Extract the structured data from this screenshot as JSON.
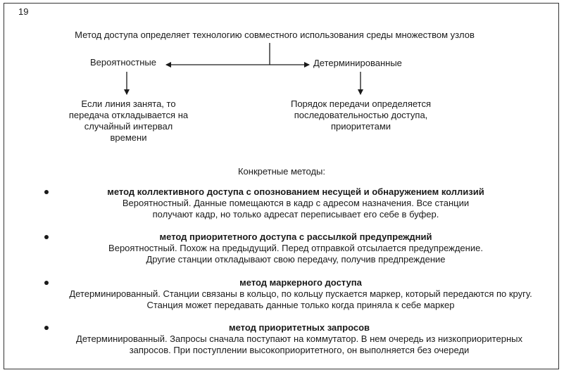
{
  "slide_number": "19",
  "top_text": "Метод доступа определяет технологию совместного использования среды множеством узлов",
  "branches": {
    "probabilistic": {
      "label": "Вероятностные",
      "description": "Если линия занята, то передача откладывается на случайный интервал времени"
    },
    "deterministic": {
      "label": "Детерминированные",
      "description": "Порядок передачи определяется последовательностью доступа, приоритетами"
    }
  },
  "methods_heading": "Конкретные методы:",
  "methods": [
    {
      "title": "метод коллективного доступа с опознованием несущей и обнаружением коллизий",
      "line1": "Вероятностный. Данные помещаются в кадр с адресом назначения. Все станции",
      "line2": "получают кадр, но только адресат переписывает его себе в буфер."
    },
    {
      "title": "метод приоритетного доступа с рассылкой предупреждний",
      "line1": "Вероятностный. Похож на предыдущий. Перед отправкой отсылается предупреждение.",
      "line2": "Другие станции откладывают свою передачу, получив предпреждение"
    },
    {
      "title": "метод маркерного доступа",
      "line1": "Детерминированный. Станции связаны в кольцо, по кольцу пускается маркер, который передаются по кругу.",
      "line2": "Станция может передавать данные только когда приняла к себе маркер"
    },
    {
      "title": "метод приоритетных запросов",
      "line1": "Детерминированный. Запросы сначала поступают на коммутатор. В нем очередь из низкоприоритерных",
      "line2": "запросов. При поступлении высокоприоритетного, он выполняется без очереди"
    }
  ]
}
